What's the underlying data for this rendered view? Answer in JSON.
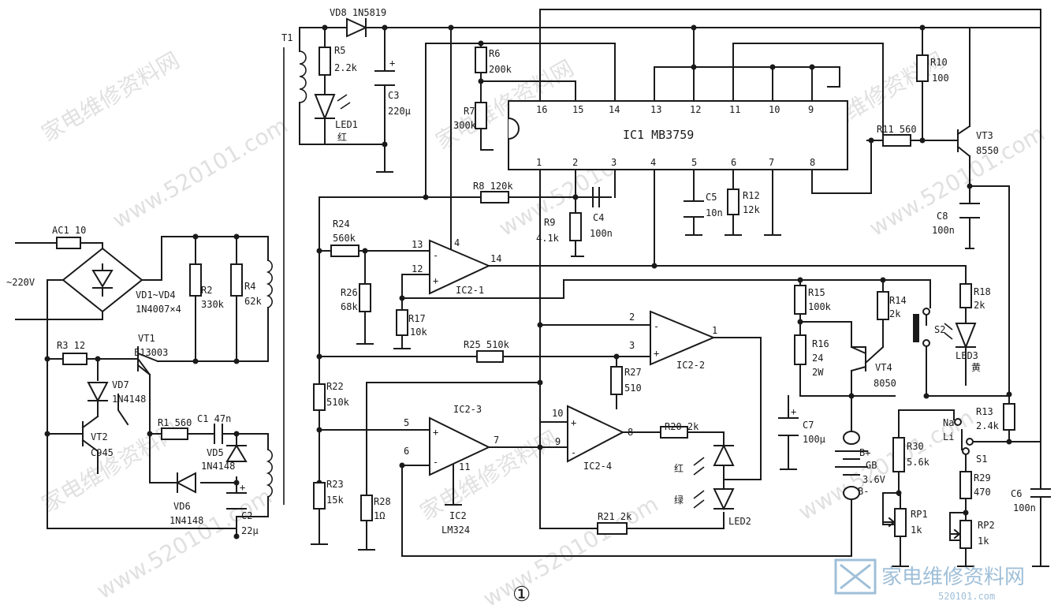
{
  "figure_number": "①",
  "watermarks": [
    "家电维修资料网",
    "www.520101.com"
  ],
  "logo": {
    "title": "家电维修资料网",
    "site": "520101.com"
  },
  "labels": {
    "T1": "T1",
    "VD8": "VD8 1N5819",
    "R5": "R5",
    "R5v": "2.2k",
    "LED1": "LED1",
    "LED1c": "红",
    "C3": "C3",
    "C3v": "220μ",
    "R6": "R6",
    "R6v": "200k",
    "R7": "R7",
    "R7v": "300k",
    "R10": "R10",
    "R10v": "100",
    "IC1": "IC1 MB3759",
    "R11": "R11 560",
    "VT3": "VT3",
    "VT3v": "8550",
    "R8": "R8  120k",
    "C4": "C4",
    "C4v": "100n",
    "R9": "R9",
    "R9v": "4.1k",
    "C5": "C5",
    "C5v": "10n",
    "R12": "R12",
    "R12v": "12k",
    "C8": "C8",
    "C8v": "100n",
    "AC1": "AC1 10",
    "AC": "~220V",
    "VD14": "VD1~VD4",
    "VD14v": "1N4007×4",
    "R2": "R2",
    "R2v": "330k",
    "R4": "R4",
    "R4v": "62k",
    "R24": "R24",
    "R24v": "560k",
    "R26": "R26",
    "R26v": "68k",
    "R17": "R17",
    "R17v": "10k",
    "IC21": "IC2-1",
    "R15": "R15",
    "R15v": "100k",
    "R14": "R14",
    "R14v": "2k",
    "R18": "R18",
    "R18v": "2k",
    "S2": "S2",
    "LED3": "LED3",
    "LED3c": "黄",
    "VT1": "VT1",
    "VT1v": "E13003",
    "R3": "R3  12",
    "VD7": "VD7",
    "VD7v": "1N4148",
    "VT2": "VT2",
    "VT2v": "C945",
    "R1": "R1  560",
    "C1": "C1  47n",
    "VD5": "VD5",
    "VD5v": "1N4148",
    "VD6": "VD6",
    "VD6v": "1N4148",
    "C2": "C2",
    "C2v": "22μ",
    "R25": "R25  510k",
    "IC22": "IC2-2",
    "R27": "R27",
    "R27v": "510",
    "R16": "R16",
    "R16v1": "24",
    "R16v2": "2W",
    "VT4": "VT4",
    "VT4v": "8050",
    "R22": "R22",
    "R22v": "510k",
    "IC23": "IC2-3",
    "IC24": "IC2-4",
    "R20": "R20  2k",
    "C7": "C7",
    "C7v": "100μ",
    "Bplus": "B+",
    "GB": "GB",
    "GBv": "3.6V",
    "Bminus": "B-",
    "Na": "Na",
    "Li": "Li",
    "R13": "R13",
    "R13v": "2.4k",
    "S1": "S1",
    "R30": "R30",
    "R30v": "5.6k",
    "R29": "R29",
    "R29v": "470",
    "C6": "C6",
    "C6v": "100n",
    "R23": "R23",
    "R23v": "15k",
    "R28": "R28",
    "R28v": "1Ω",
    "IC2": "IC2",
    "IC2v": "LM324",
    "R21": "R21  2k",
    "RP1": "RP1",
    "RP1v": "1k",
    "RP2": "RP2",
    "RP2v": "1k",
    "LEDred": "红",
    "LEDgreen": "绿",
    "LED2": "LED2"
  },
  "ic1_pins": [
    "16",
    "15",
    "14",
    "13",
    "12",
    "11",
    "10",
    "9",
    "1",
    "2",
    "3",
    "4",
    "5",
    "6",
    "7",
    "8"
  ],
  "opamp_pins": {
    "ic21": [
      "13",
      "12",
      "4",
      "14"
    ],
    "ic22": [
      "2",
      "3",
      "1"
    ],
    "ic23": [
      "5",
      "6",
      "7",
      "11"
    ],
    "ic24": [
      "10",
      "9",
      "8"
    ]
  }
}
